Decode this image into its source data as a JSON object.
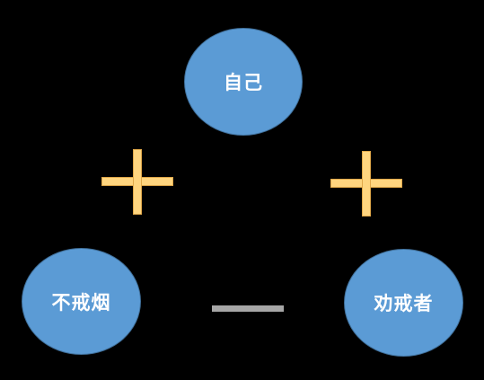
{
  "diagram": {
    "nodes": {
      "self": {
        "label": "自己"
      },
      "no_smoking": {
        "label": "不戒烟"
      },
      "advisor": {
        "label": "劝戒者"
      }
    },
    "relations": {
      "self_no_smoking": {
        "sign": "+"
      },
      "self_advisor": {
        "sign": "+"
      },
      "no_smoking_advisor": {
        "sign": "−"
      }
    },
    "colors": {
      "background": "#000000",
      "node_fill": "#5b9bd5",
      "node_border": "#41719c",
      "plus_fill": "#ffd57f",
      "minus_fill": "#a6a6a6"
    }
  }
}
